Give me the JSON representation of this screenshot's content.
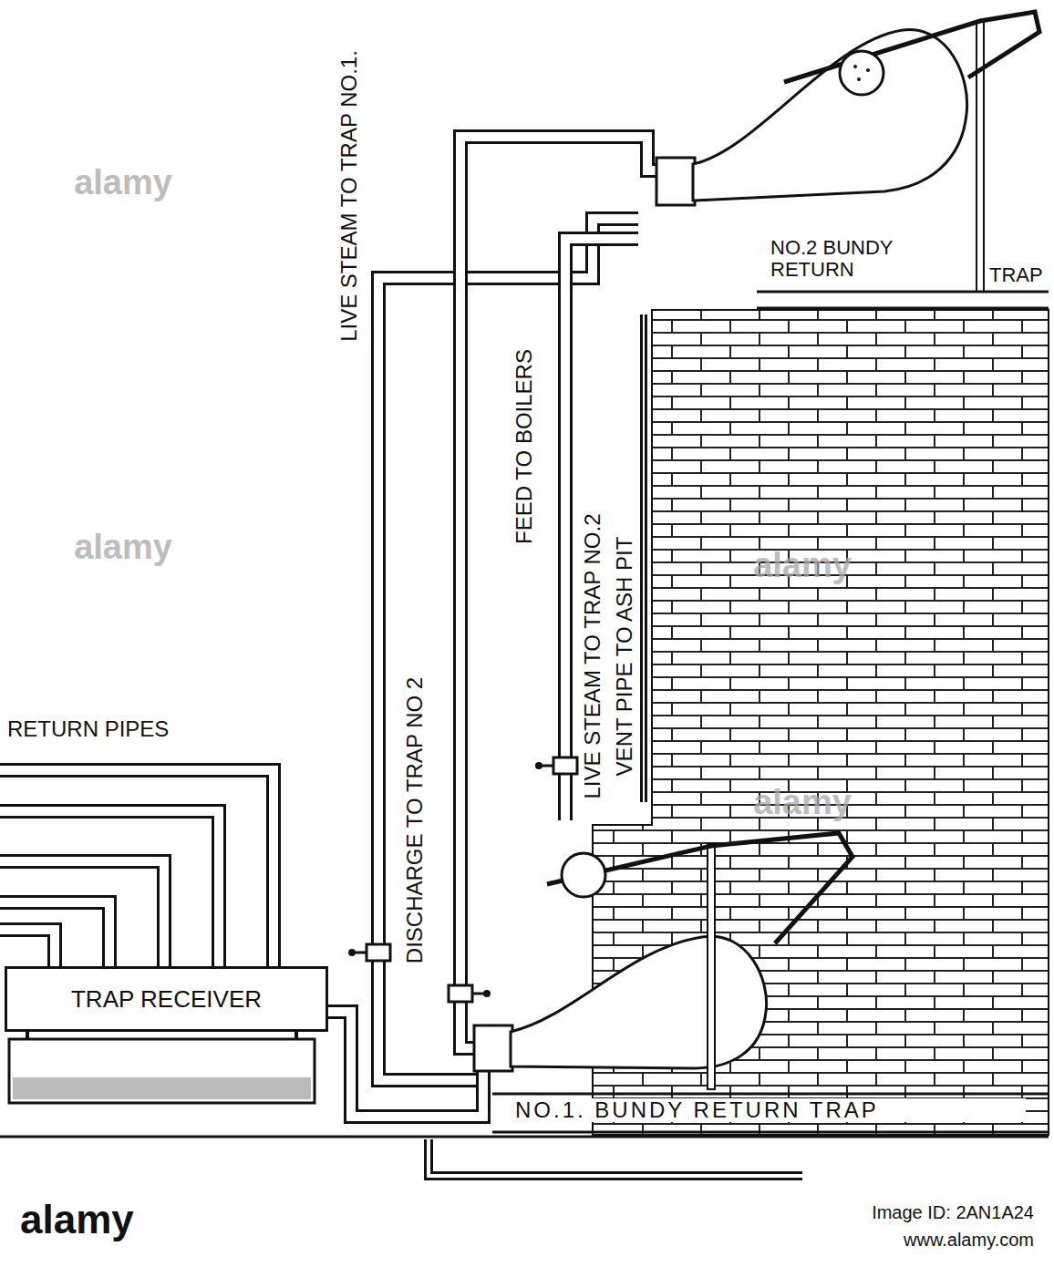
{
  "diagram": {
    "nodes": [
      {
        "text": [
          "NO.2 BUNDY RETURN",
          "TRAP"
        ]
      },
      {
        "text": [
          "TRAP RECEIVER"
        ]
      },
      {
        "text": [
          "NO.1. BUNDY RETURN TRAP"
        ]
      }
    ],
    "edges": [
      {
        "from": 1,
        "to": 2,
        "arrow": "none"
      },
      {
        "from": 2,
        "to": 0,
        "label": "DISCHARGE TO TRAP NO 2",
        "arrow": "none"
      }
    ],
    "labels": [
      "LIVE STEAM TO TRAP NO.1.",
      "FEED TO BOILERS",
      "LIVE STEAM TO TRAP NO.2",
      "VENT PIPE TO ASH PIT",
      "RETURN PIPES",
      "alamy",
      "alamy",
      "alamy",
      "alamy",
      "alamy",
      "Image ID: 2AN1A24",
      "www.alamy.com"
    ]
  }
}
